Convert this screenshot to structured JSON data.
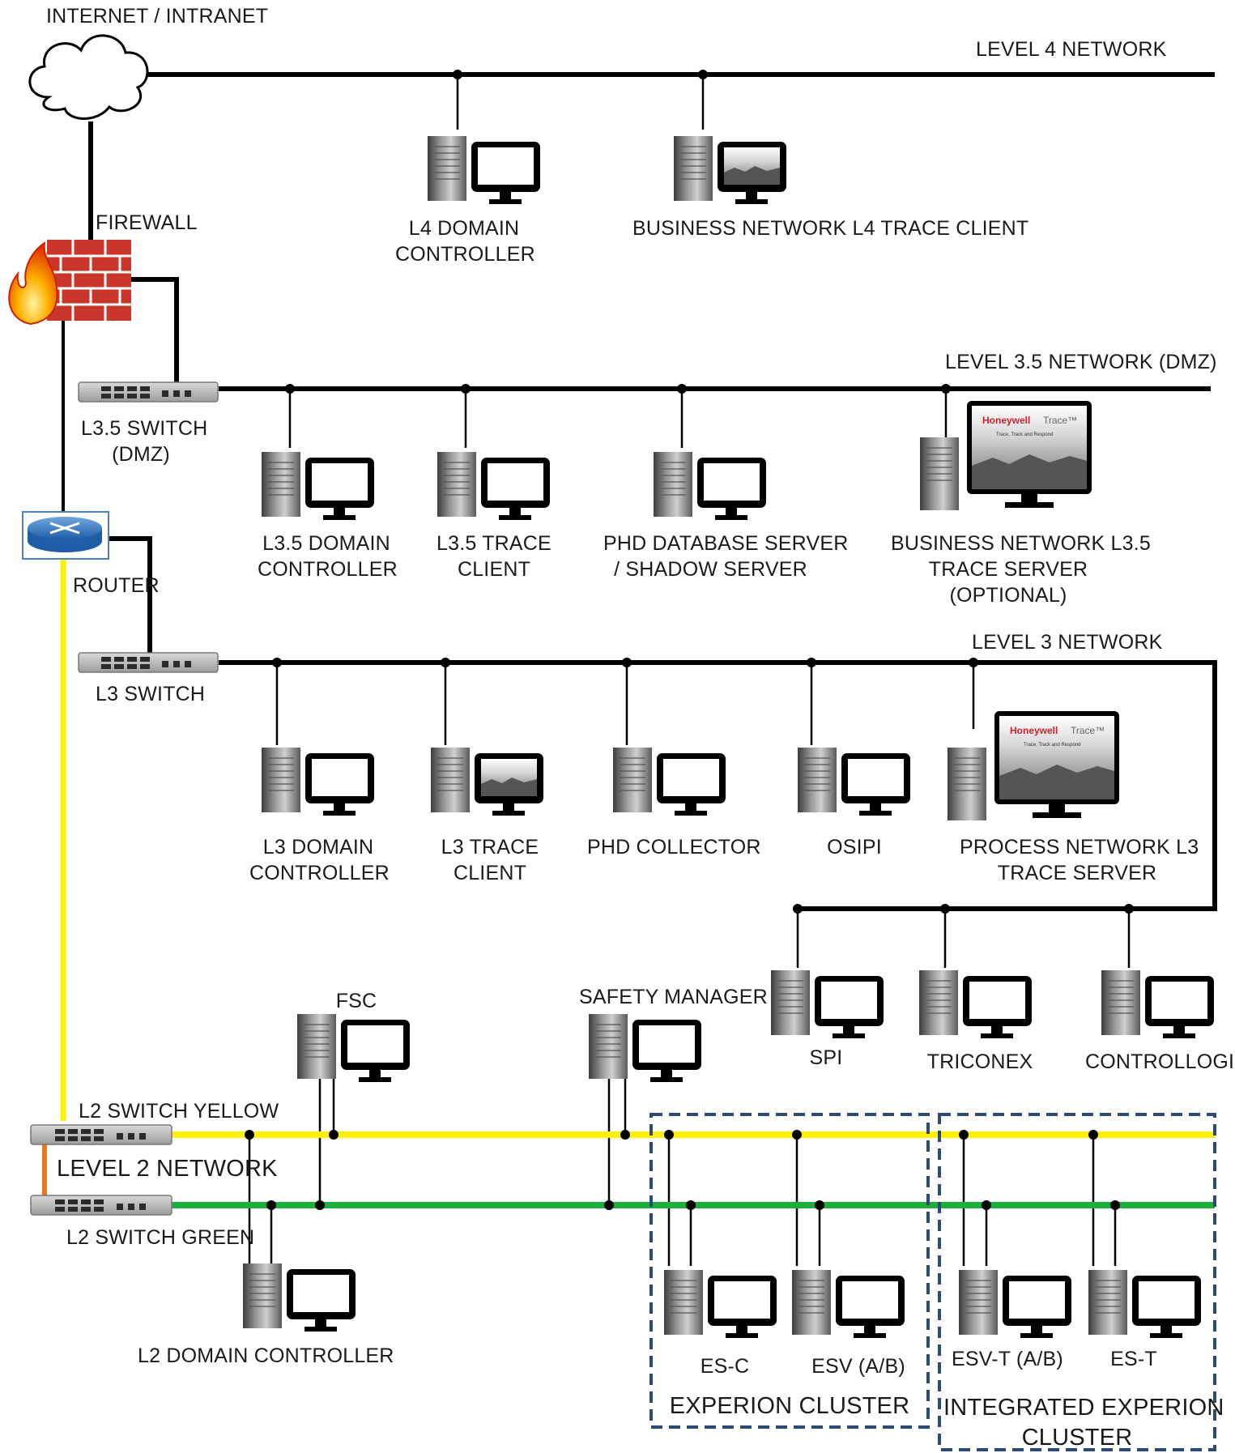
{
  "networks": {
    "internet": "INTERNET / INTRANET",
    "level4": "LEVEL 4 NETWORK",
    "level35": "LEVEL 3.5 NETWORK (DMZ)",
    "level3": "LEVEL 3 NETWORK",
    "level2": "LEVEL 2 NETWORK"
  },
  "devices": {
    "firewall": "FIREWALL",
    "l35_switch": [
      "L3.5 SWITCH",
      "(DMZ)"
    ],
    "router": "ROUTER",
    "l3_switch": "L3 SWITCH",
    "l2_switch_yellow": "L2 SWITCH YELLOW",
    "l2_switch_green": "L2 SWITCH GREEN"
  },
  "nodes": {
    "l4_domain_controller": [
      "L4 DOMAIN",
      "CONTROLLER"
    ],
    "l4_trace_client": "BUSINESS NETWORK L4 TRACE CLIENT",
    "l35_domain_controller": [
      "L3.5 DOMAIN",
      "CONTROLLER"
    ],
    "l35_trace_client": [
      "L3.5 TRACE",
      "CLIENT"
    ],
    "phd_database_server": [
      "PHD DATABASE SERVER",
      "/ SHADOW SERVER"
    ],
    "l35_trace_server": [
      "BUSINESS NETWORK L3.5",
      "TRACE SERVER",
      "(OPTIONAL)"
    ],
    "l3_domain_controller": [
      "L3 DOMAIN",
      "CONTROLLER"
    ],
    "l3_trace_client": [
      "L3 TRACE",
      "CLIENT"
    ],
    "phd_collector": "PHD COLLECTOR",
    "osipi": "OSIPI",
    "l3_trace_server": [
      "PROCESS NETWORK L3",
      "TRACE SERVER"
    ],
    "spi": "SPI",
    "triconex": "TRICONEX",
    "controllogix": "CONTROLLOGIX®",
    "fsc": "FSC",
    "safety_manager": "SAFETY MANAGER",
    "l2_domain_controller": "L2 DOMAIN CONTROLLER",
    "es_c": "ES-C",
    "esv_ab": "ESV (A/B)",
    "esv_t_ab": "ESV-T (A/B)",
    "es_t": "ES-T"
  },
  "clusters": {
    "experion": "EXPERION CLUSTER",
    "integrated_experion": [
      "INTEGRATED EXPERION",
      "CLUSTER"
    ]
  },
  "screen_text": {
    "brand": "Honeywell",
    "product": "Trace™",
    "tagline": "Trace, Track and Respond"
  },
  "colors": {
    "level2_yellow": "#FFF200",
    "level2_green": "#1BB03B",
    "switch_link": "#E87722",
    "cluster_border": "#2E4A72",
    "network_line": "#000000"
  }
}
